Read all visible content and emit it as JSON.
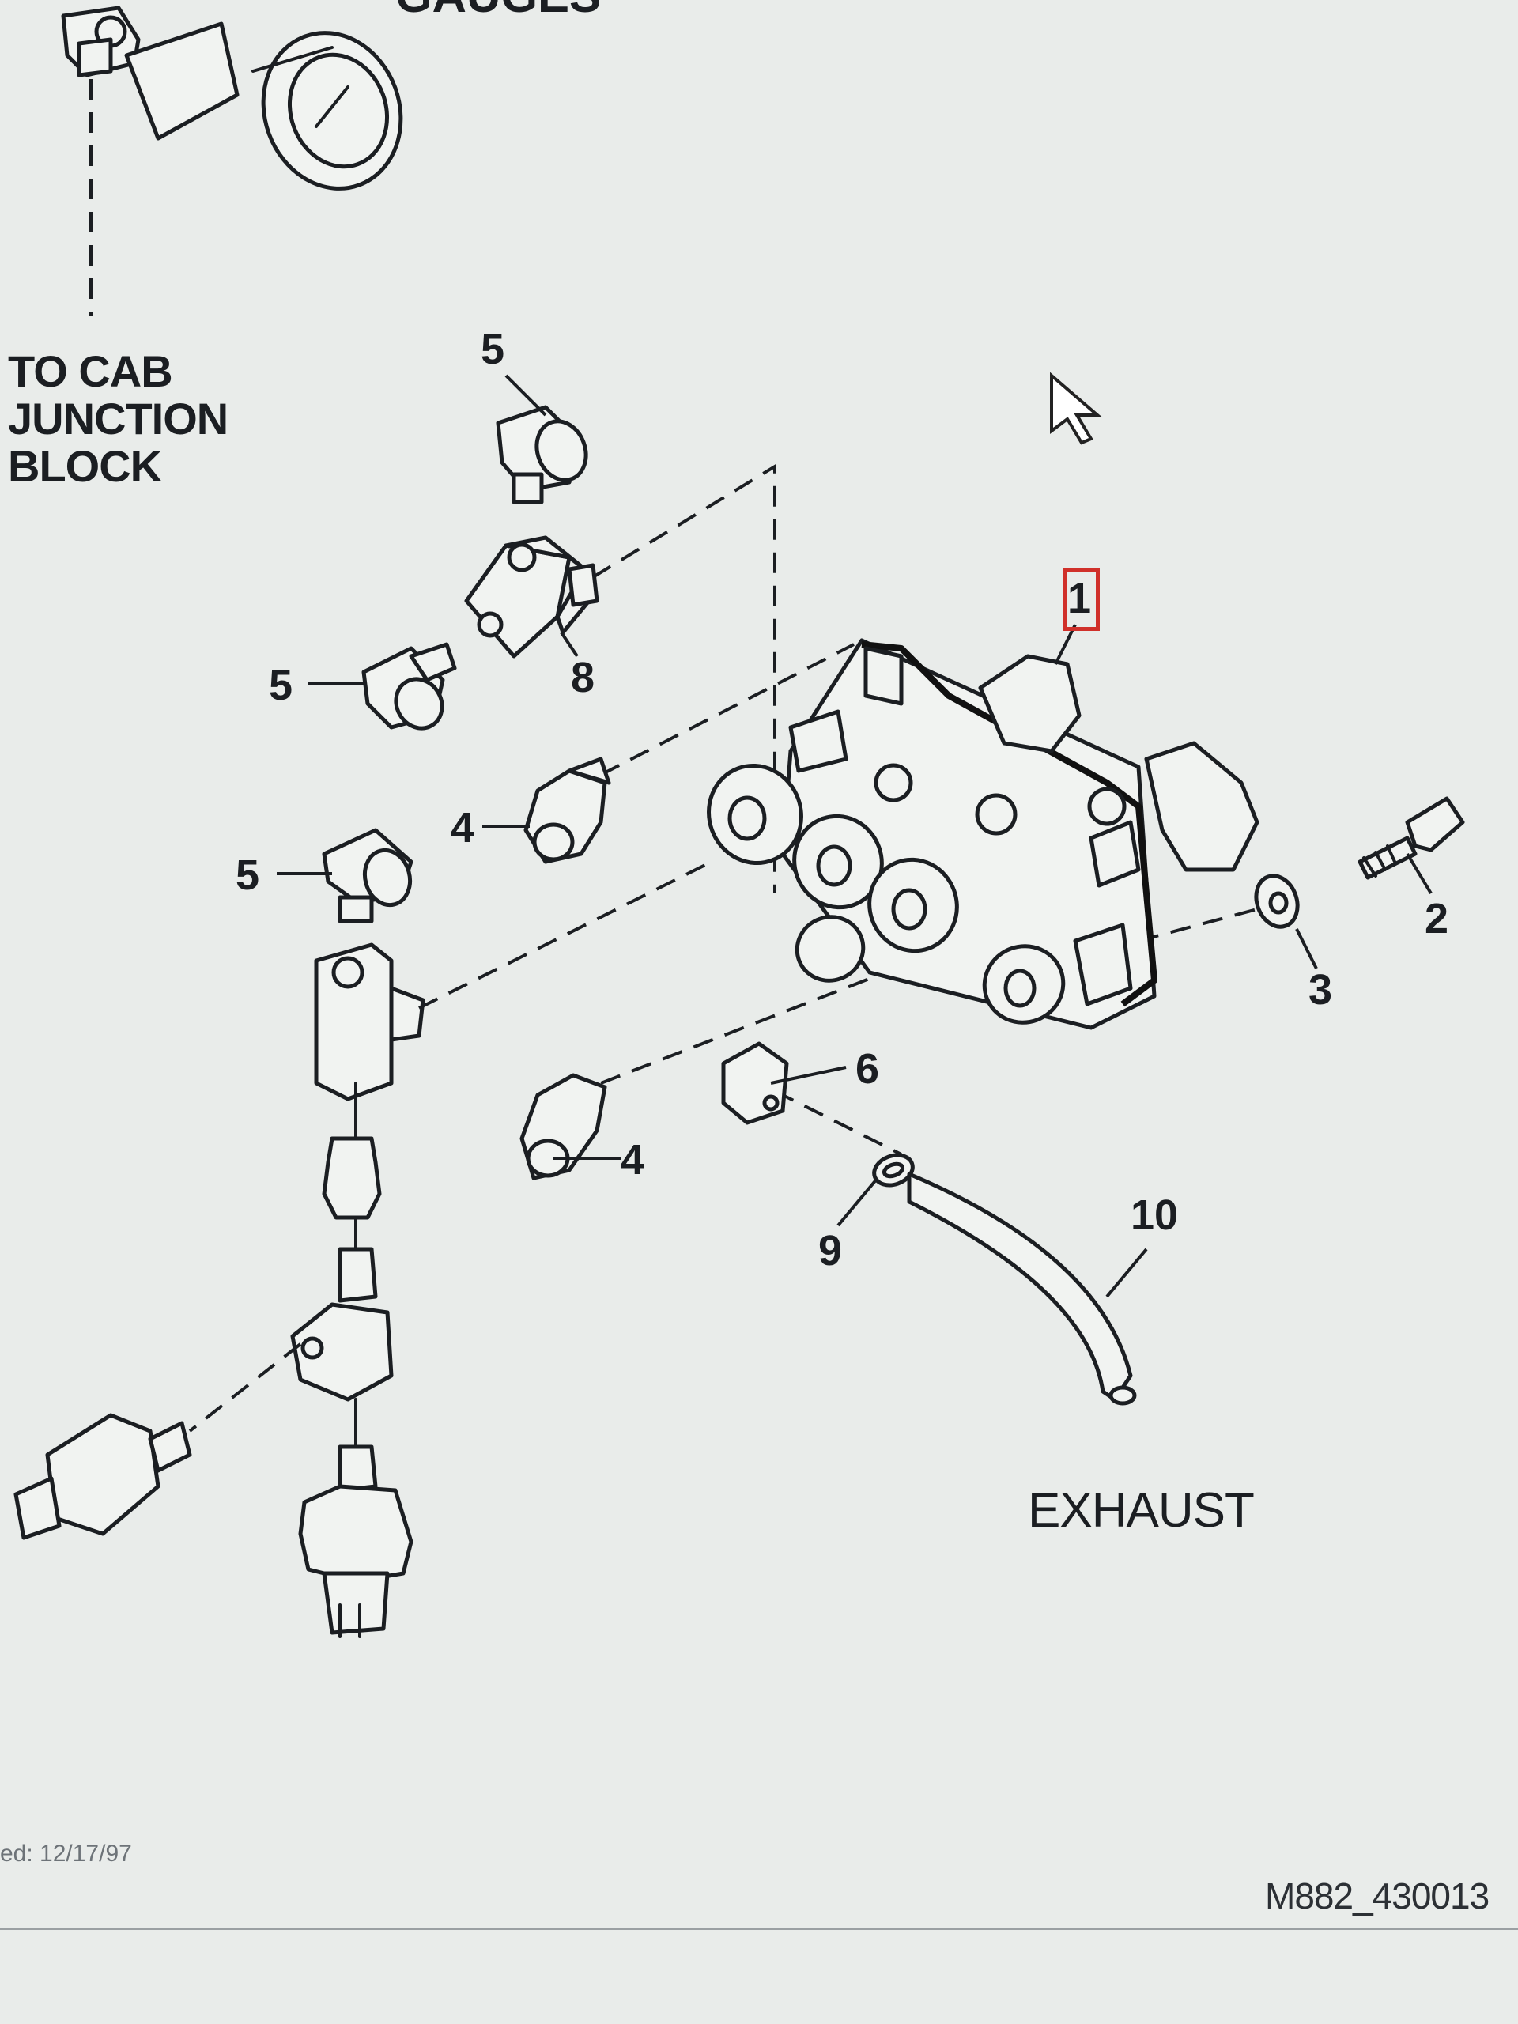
{
  "diagram": {
    "header_cropped": "GAUGES",
    "to_cab_label": "TO CAB JUNCTION BLOCK",
    "exhaust_label": "EXHAUST",
    "callouts": {
      "c1": "1",
      "c2": "2",
      "c3": "3",
      "c4a": "4",
      "c4b": "4",
      "c5a": "5",
      "c5b": "5",
      "c5c": "5",
      "c6": "6",
      "c8": "8",
      "c9": "9",
      "c10": "10"
    },
    "highlighted_callout": "1",
    "footer_date": "ed: 12/17/97",
    "footer_id": "M882_430013",
    "accent_color": "#d0302a"
  }
}
